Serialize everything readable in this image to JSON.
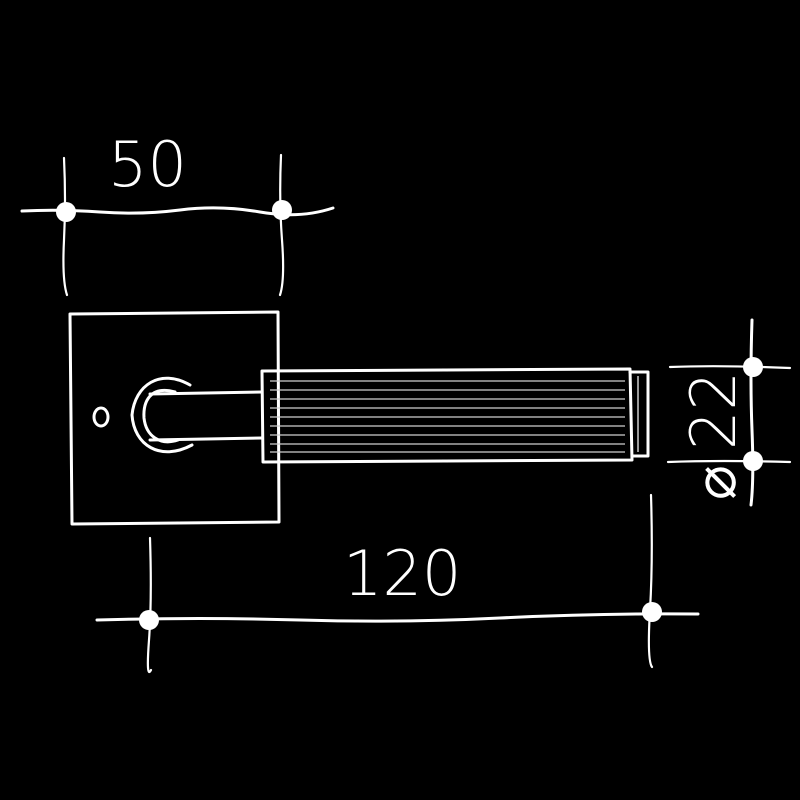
{
  "colors": {
    "background": "#000000",
    "line": "#ffffff"
  },
  "dimensions": {
    "rose_width": "50",
    "handle_length": "120",
    "grip_diameter_symbol": "⌀",
    "grip_diameter_value": "22"
  }
}
